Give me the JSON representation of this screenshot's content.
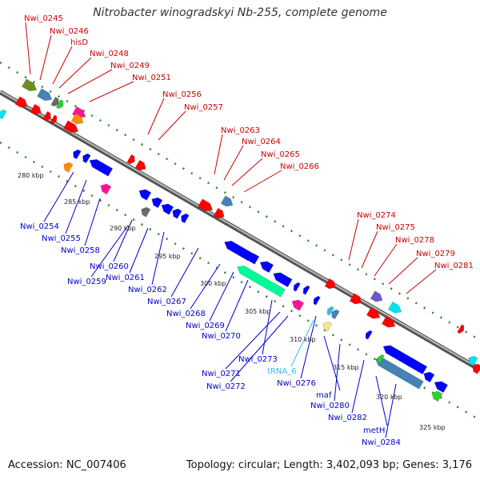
{
  "header": {
    "title": "Nitrobacter winogradskyi Nb-255, complete genome"
  },
  "footer": {
    "accession": "Accession: NC_007406",
    "topology": "Topology: circular; Length: 3,402,093 bp; Genes: 3,176"
  },
  "colors": {
    "forward_label": "#cc0000",
    "reverse_label": "#0000cc",
    "trna_label": "#33bbee",
    "backbone": "#888888",
    "tick_dots": "#228822"
  },
  "kbp_labels": [
    "280 kbp",
    "285 kbp",
    "290 kbp",
    "295 kbp",
    "300 kbp",
    "305 kbp",
    "310 kbp",
    "315 kbp",
    "320 kbp",
    "325 kbp"
  ],
  "forward_genes": [
    "Nwi_0245",
    "Nwi_0246",
    "hisD",
    "Nwi_0248",
    "Nwi_0249",
    "Nwi_0251",
    "Nwi_0256",
    "Nwi_0257",
    "Nwi_0263",
    "Nwi_0264",
    "Nwi_0265",
    "Nwi_0266",
    "Nwi_0274",
    "Nwi_0275",
    "Nwi_0278",
    "Nwi_0279",
    "Nwi_0281"
  ],
  "reverse_genes": [
    "Nwi_0254",
    "Nwi_0255",
    "Nwi_0258",
    "Nwi_0260",
    "Nwi_0259",
    "Nwi_0261",
    "Nwi_0262",
    "Nwi_0267",
    "Nwi_0268",
    "Nwi_0269",
    "Nwi_0270",
    "Nwi_0273",
    "Nwi_0271",
    "Nwi_0272",
    "tRNA_6",
    "Nwi_0276",
    "maf",
    "Nwi_0280",
    "Nwi_0282",
    "metH",
    "Nwi_0284"
  ]
}
